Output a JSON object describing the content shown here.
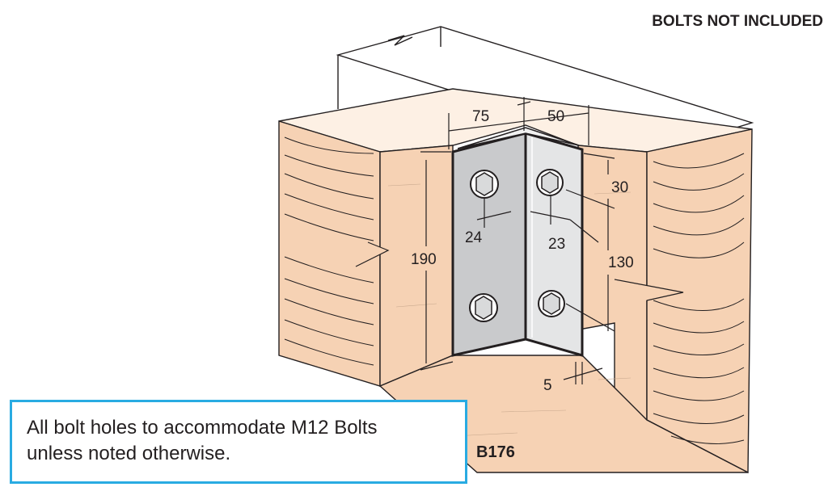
{
  "header": {
    "notice": "BOLTS NOT INCLUDED"
  },
  "dimensions": {
    "width_left_leg": "75",
    "width_right_leg": "50",
    "height_total": "190",
    "height_bolt_spacing": "130",
    "top_offset": "30",
    "edge_distance_left": "24",
    "edge_distance_right": "23",
    "thickness": "5"
  },
  "note": {
    "line1": "All bolt holes to accommodate M12 Bolts",
    "line2": "unless noted otherwise."
  },
  "product": {
    "code": "B176"
  },
  "colors": {
    "timber": "#f6d2b4",
    "timber_top": "#fdf0e4",
    "bracket_left": "#c9cacc",
    "bracket_right": "#e4e5e6",
    "outline": "#231f20",
    "note_border": "#29abe2"
  }
}
